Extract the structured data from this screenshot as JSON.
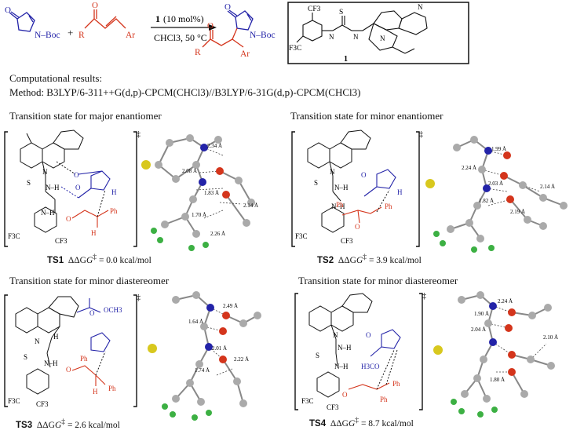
{
  "reaction": {
    "reactant1_label": "N–Boc",
    "catalyst_bold": "1",
    "catalyst_loading": "(10 mol%)",
    "conditions": "CHCl3, 50 °C",
    "reactant2_r": "R",
    "reactant2_ar": "Ar",
    "product_r": "R",
    "product_ar": "Ar",
    "product_n": "N–Boc",
    "cat_cf3_top": "CF3",
    "cat_cf3_left": "F3C",
    "cat_s": "S",
    "cat_nh1": "N",
    "cat_nh2": "N",
    "cat_label": "1"
  },
  "computational": {
    "heading": "Computational results:",
    "method": "Method: B3LYP/6-311++G(d,p)-CPCM(CHCl3)//B3LYP/6-31G(d,p)-CPCM(CHCl3)"
  },
  "sections": [
    {
      "title": "Transition state for major enantiomer",
      "ts": "TS1",
      "energy": "= 0.0 kcal/mol",
      "distances": [
        "2.34 Å",
        "2.08 Å",
        "1.83 Å",
        "1.70 Å",
        "2.14 Å",
        "2.26 Å"
      ]
    },
    {
      "title": "Transition state for minor enantiomer",
      "ts": "TS2",
      "energy": "= 3.9 kcal/mol",
      "distances": [
        "1.99 Å",
        "2.24 Å",
        "2.03 Å",
        "1.82 Å",
        "2.14 Å",
        "2.19 Å"
      ]
    },
    {
      "title": "Transition state for minor diastereomer",
      "ts": "TS3",
      "energy": "= 2.6 kcal/mol",
      "distances": [
        "2.49 Å",
        "1.64 Å",
        "2.01 Å",
        "1.74 Å",
        "2.22 Å"
      ]
    },
    {
      "title": "Transition state for minor diastereomer",
      "ts": "TS4",
      "energy": "= 8.7 kcal/mol",
      "distances": [
        "2.24 Å",
        "1.90 Å",
        "2.04 Å",
        "2.10 Å",
        "1.80 Å"
      ]
    }
  ],
  "energy_symbol": "ΔΔG",
  "dagger": "‡",
  "struct_labels": {
    "cf3_left": "F3C",
    "cf3": "CF3",
    "s": "S",
    "ph": "Ph",
    "och3": "OCH3",
    "h3co": "H3CO"
  },
  "colors": {
    "blue": "#2323a8",
    "red": "#d4351c",
    "green": "#3cb043",
    "yellow": "#d8c81e",
    "gray": "#9a9a9a"
  }
}
